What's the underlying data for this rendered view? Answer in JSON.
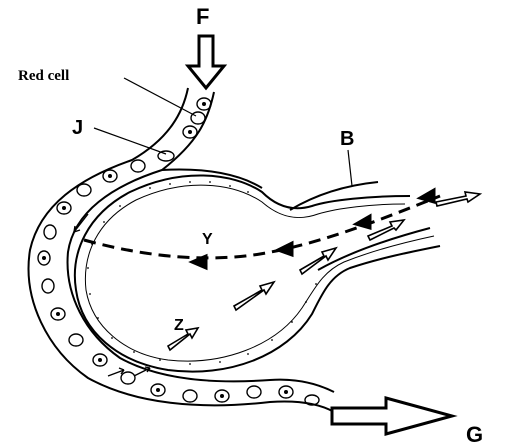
{
  "labels": {
    "F": "F",
    "red_cell": "Red cell",
    "J": "J",
    "B": "B",
    "Y": "Y",
    "Z": "Z",
    "G": "G"
  },
  "colors": {
    "ink": "#000000",
    "background": "#ffffff"
  },
  "icons": {
    "inflow": "hollow-arrow-down",
    "outflow": "hollow-arrow-right",
    "flow_in": "solid-arrow-left",
    "flow_out": "hollow-arrow-right"
  }
}
